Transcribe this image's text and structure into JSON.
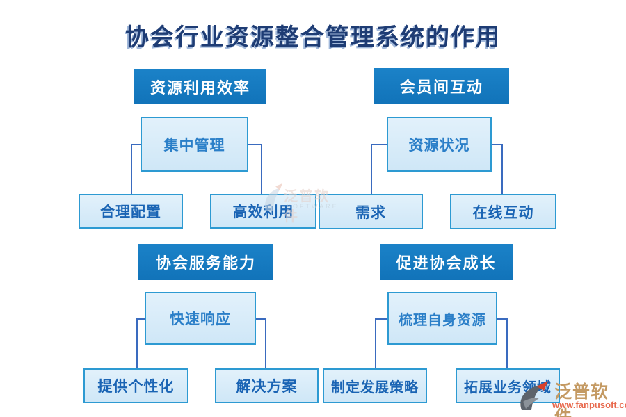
{
  "title": "协会行业资源整合管理系统的作用",
  "sections": [
    {
      "header": "资源利用效率",
      "mid": "集中管理",
      "left": "合理配置",
      "right": "高效利用"
    },
    {
      "header": "会员间互动",
      "mid": "资源状况",
      "left": "需求",
      "right": "在线互动"
    },
    {
      "header": "协会服务能力",
      "mid": "快速响应",
      "left": "提供个性化",
      "right": "解决方案"
    },
    {
      "header": "促进协会成长",
      "mid": "梳理自身资源",
      "left": "制定发展策略",
      "right": "拓展业务领域"
    }
  ],
  "watermark_center": {
    "name": "泛普软件",
    "subtitle": "SOFTWARE"
  },
  "watermark_corner": {
    "name": "泛普软件",
    "url": "www.fanpusoft.com"
  },
  "colors": {
    "header_bg": "#1477be",
    "box_fill": "#d9ecfa",
    "box_border": "#2d9ad2",
    "connector": "#3a6bbf",
    "title_text": "#1e3c74",
    "mid_text": "#2b7fc8",
    "leaf_text": "#1a64b4",
    "corner_brand": "#c49a63",
    "corner_url": "#e86a4e"
  }
}
